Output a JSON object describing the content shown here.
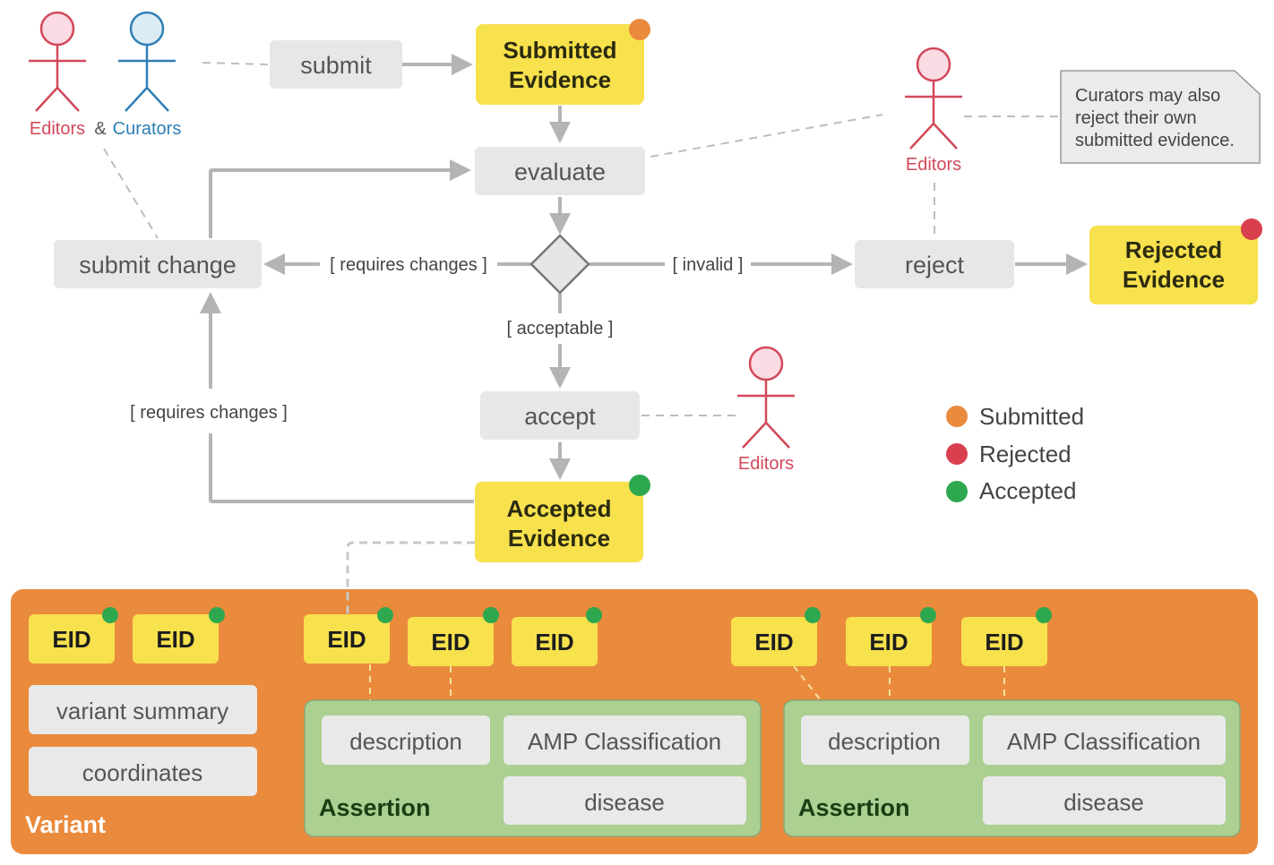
{
  "actors": {
    "editors_top": "Editors",
    "ampersand": "&",
    "curators": "Curators",
    "editors_reject": "Editors",
    "editors_accept": "Editors"
  },
  "activities": {
    "submit": "submit",
    "evaluate": "evaluate",
    "submit_change": "submit change",
    "reject": "reject",
    "accept": "accept"
  },
  "states": {
    "submitted": [
      "Submitted",
      "Evidence"
    ],
    "rejected": [
      "Rejected",
      "Evidence"
    ],
    "accepted": [
      "Accepted",
      "Evidence"
    ]
  },
  "guards": {
    "requires_changes_left": "[ requires changes ]",
    "invalid": "[ invalid ]",
    "acceptable": "[ acceptable ]",
    "requires_changes_loop": "[ requires changes ]"
  },
  "note": [
    "Curators may also",
    "reject their own",
    "submitted evidence."
  ],
  "legend": [
    {
      "label": "Submitted",
      "color": "#ea8a3c"
    },
    {
      "label": "Rejected",
      "color": "#d9404f"
    },
    {
      "label": "Accepted",
      "color": "#2ea84f"
    }
  ],
  "variant": {
    "title": "Variant",
    "eid_label": "EID",
    "summary": "variant summary",
    "coordinates": "coordinates"
  },
  "assertion": {
    "title": "Assertion",
    "description": "description",
    "amp": "AMP Classification",
    "disease": "disease"
  },
  "colors": {
    "variant_bg": "#ea8a3c",
    "assertion_bg": "#abd092",
    "state_yellow": "#f7e14d",
    "activity_gray": "#e7e7e7"
  }
}
